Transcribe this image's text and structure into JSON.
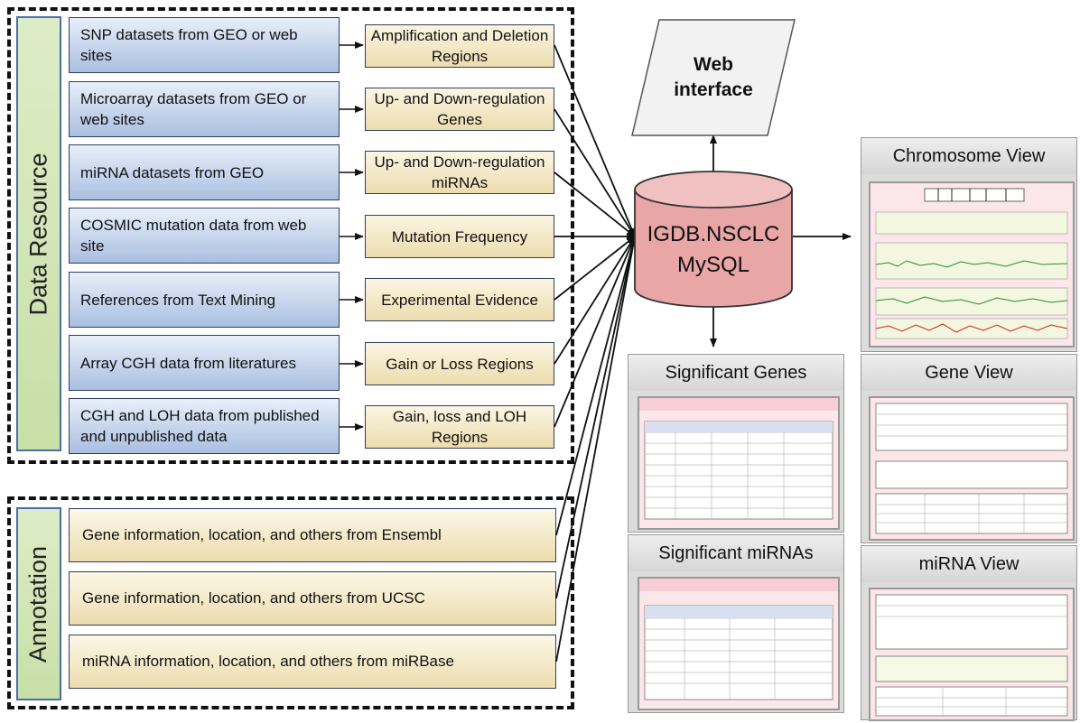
{
  "data_resource": {
    "label": "Data Resource",
    "rows": [
      {
        "source": "SNP datasets from GEO or web sites",
        "result": "Amplification and Deletion Regions"
      },
      {
        "source": "Microarray datasets from GEO or web sites",
        "result": "Up- and Down-regulation Genes"
      },
      {
        "source": "miRNA datasets from GEO",
        "result": "Up- and Down-regulation miRNAs"
      },
      {
        "source": "COSMIC mutation data from web site",
        "result": "Mutation Frequency"
      },
      {
        "source": "References from Text Mining",
        "result": "Experimental Evidence"
      },
      {
        "source": "Array CGH data from literatures",
        "result": "Gain or Loss Regions"
      },
      {
        "source": "CGH and LOH data from published and unpublished data",
        "result": "Gain, loss and LOH Regions"
      }
    ]
  },
  "annotation": {
    "label": "Annotation",
    "rows": [
      "Gene information, location,  and  others from Ensembl",
      "Gene information, location,  and  others from UCSC",
      "miRNA information, location,  and  others from miRBase"
    ]
  },
  "database": {
    "line1": "IGDB.NSCLC",
    "line2": "MySQL"
  },
  "web_interface": {
    "line1": "Web",
    "line2": "interface"
  },
  "views": {
    "chromosome": "Chromosome View",
    "significant_genes": "Significant Genes",
    "significant_mirnas": "Significant miRNAs",
    "gene": "Gene View",
    "mirna": "miRNA View"
  },
  "colors": {
    "side_label": "#c8dfa8",
    "source_box": "#a9bfe0",
    "result_box": "#ecdcae",
    "database": "#e8a6a6",
    "thumb_bg": "#fbe6ea"
  }
}
